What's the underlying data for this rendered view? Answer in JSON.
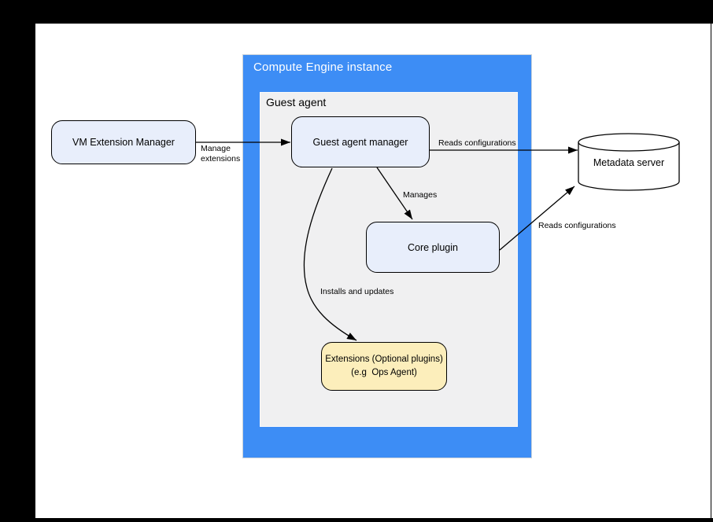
{
  "page": {
    "background": "#000000",
    "canvas_color": "#ffffff"
  },
  "containers": {
    "compute_engine_instance": {
      "label": "Compute Engine instance",
      "fill": "#3d8df5",
      "text_color": "#ffffff"
    },
    "guest_agent": {
      "label": "Guest agent",
      "fill": "#f0f0f1",
      "text_color": "#000000"
    }
  },
  "nodes": {
    "vm_extension_manager": {
      "label": "VM Extension Manager",
      "shape": "rounded-rectangle",
      "fill": "#e8eefb",
      "stroke": "#000000"
    },
    "guest_agent_manager": {
      "label": "Guest agent manager",
      "shape": "rounded-rectangle",
      "fill": "#e8eefb",
      "stroke": "#000000"
    },
    "core_plugin": {
      "label": "Core plugin",
      "shape": "rounded-rectangle",
      "fill": "#e8eefb",
      "stroke": "#000000"
    },
    "extensions": {
      "label_line1": "Extensions (Optional plugins)",
      "label_line2": "(e.g  Ops Agent)",
      "shape": "rounded-rectangle",
      "fill": "#fceebb",
      "stroke": "#000000"
    },
    "metadata_server": {
      "label": "Metadata server",
      "shape": "cylinder",
      "fill": "#ffffff",
      "stroke": "#000000"
    }
  },
  "edges": {
    "manage_extensions": {
      "label_line1": "Manage",
      "label_line2": "extensions",
      "from": "vm_extension_manager",
      "to": "guest_agent_manager"
    },
    "reads_configurations_manager": {
      "label": "Reads configurations",
      "from": "guest_agent_manager",
      "to": "metadata_server"
    },
    "manages": {
      "label": "Manages",
      "from": "guest_agent_manager",
      "to": "core_plugin"
    },
    "reads_configurations_core": {
      "label": "Reads configurations",
      "from": "core_plugin",
      "to": "metadata_server"
    },
    "installs_and_updates": {
      "label": "Installs and updates",
      "from": "guest_agent_manager",
      "to": "extensions"
    }
  }
}
